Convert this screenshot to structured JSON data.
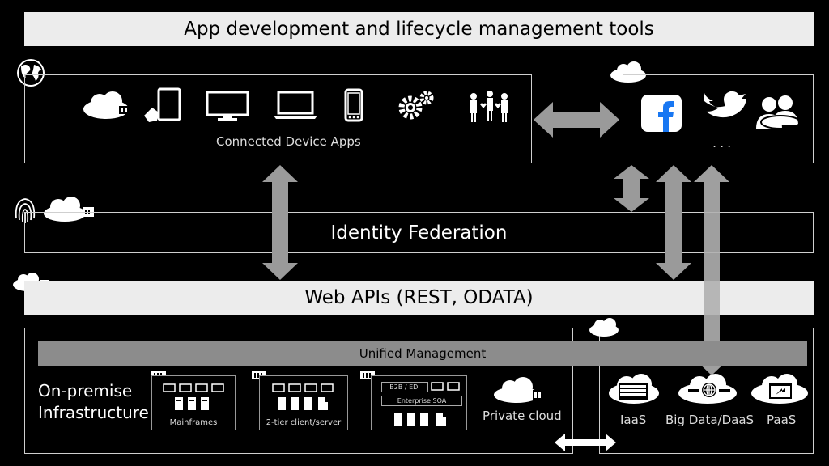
{
  "header": {
    "title": "App development and lifecycle management tools"
  },
  "devices": {
    "caption": "Connected Device Apps"
  },
  "social": {
    "more": "..."
  },
  "identity": {
    "label": "Identity Federation"
  },
  "webapis": {
    "label": "Web APIs (REST, ODATA)"
  },
  "unified": {
    "label": "Unified Management"
  },
  "onprem": {
    "line1": "On-premise",
    "line2": "Infrastructure",
    "panels": {
      "mainframes": "Mainframes",
      "client_server": "2-tier client/server",
      "b2b": "B2B / EDI",
      "soa": "Enterprise SOA"
    },
    "private_cloud": "Private cloud"
  },
  "cloud_services": {
    "iaas": "IaaS",
    "bigdata": "Big Data/DaaS",
    "paas": "PaaS"
  },
  "icons": [
    "globe-icon",
    "cloud-icon",
    "tablet-icon",
    "monitor-icon",
    "laptop-icon",
    "phone-icon",
    "gears-icon",
    "people-icon",
    "facebook-icon",
    "twitter-icon",
    "chat-people-icon",
    "fingerprint-icon",
    "server-icon"
  ],
  "colors": {
    "background": "#000000",
    "light_bar": "#ececec",
    "unified_bar": "#8c8c8c",
    "arrow": "#9a9a9a",
    "facebook": "#1877f2"
  }
}
